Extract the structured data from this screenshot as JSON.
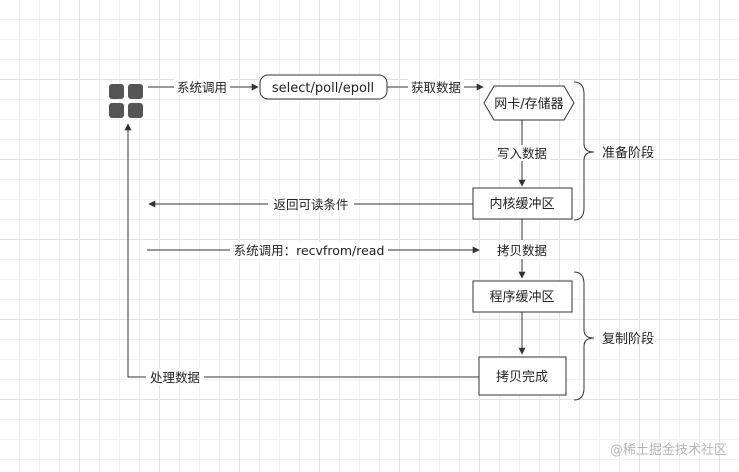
{
  "nodes": {
    "multiplexer": "select/poll/epoll",
    "nic_storage": "网卡/存储器",
    "kernel_buffer": "内核缓冲区",
    "app_buffer": "程序缓冲区",
    "copy_done": "拷贝完成"
  },
  "edges": {
    "syscall": "系统调用",
    "fetch_data": "获取数据",
    "write_data": "写入数据",
    "return_readable": "返回可读条件",
    "syscall_recvfrom": "系统调用：recvfrom/read",
    "copy_data": "拷贝数据",
    "process_data": "处理数据"
  },
  "phases": {
    "prepare": "准备阶段",
    "copy": "复制阶段"
  },
  "icon": "app-grid-icon",
  "watermark": "@稀土掘金技术社区",
  "colors": {
    "line": "#333333",
    "icon": "#555555",
    "watermark": "#b5b5b5"
  }
}
